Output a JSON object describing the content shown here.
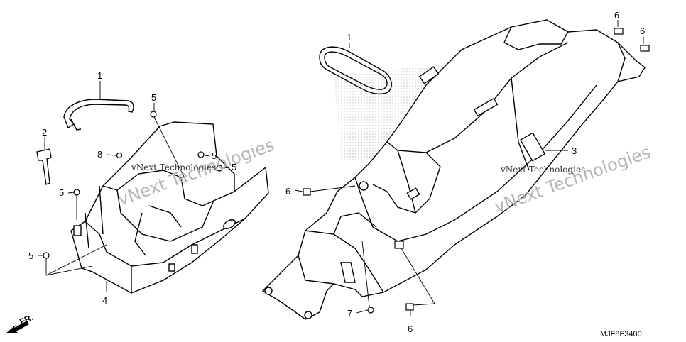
{
  "diagram": {
    "diagram_code": "MJF8F3400",
    "direction_label": "FR.",
    "watermarks": [
      {
        "text": "vNext Technologies"
      },
      {
        "text": "vNext Technologies"
      },
      {
        "text": "vNext Technologies"
      },
      {
        "text": "vNext Technologies"
      }
    ],
    "callouts": [
      {
        "label": "1"
      },
      {
        "label": "2"
      },
      {
        "label": "8"
      },
      {
        "label": "5"
      },
      {
        "label": "5"
      },
      {
        "label": "5"
      },
      {
        "label": "5"
      },
      {
        "label": "5"
      },
      {
        "label": "4"
      },
      {
        "label": "1"
      },
      {
        "label": "6"
      },
      {
        "label": "6"
      },
      {
        "label": "3"
      },
      {
        "label": "6"
      },
      {
        "label": "7"
      },
      {
        "label": "6"
      }
    ]
  }
}
